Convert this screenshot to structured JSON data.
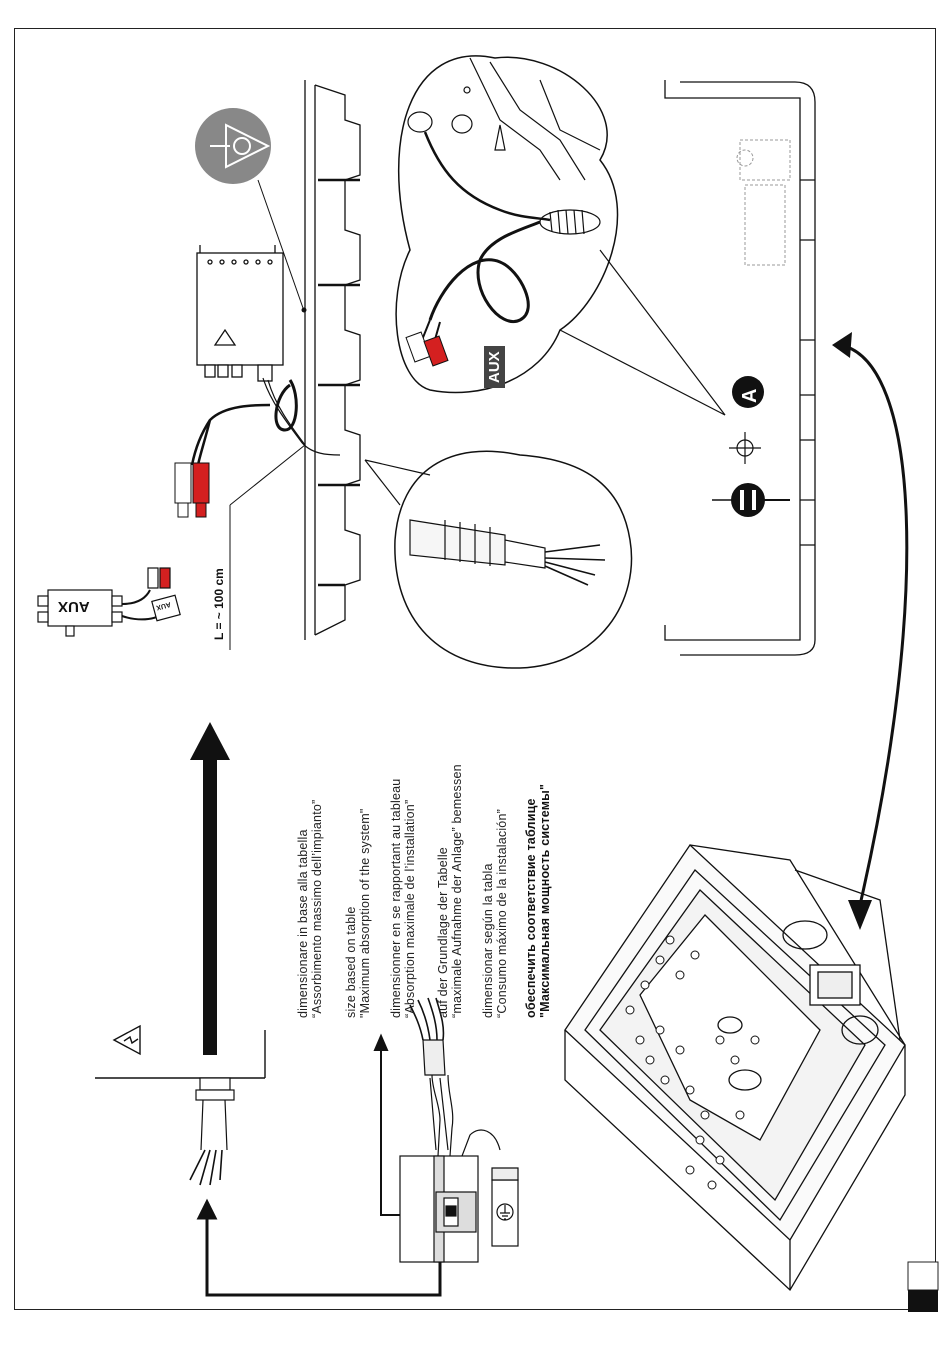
{
  "instructions": {
    "it": [
      "dimensionare in base alla tabella",
      "“Assorbimento massimo dell’impianto”"
    ],
    "en": [
      "size based on table",
      "\"Maximum absorption of the system\""
    ],
    "fr": [
      "dimensionner en se rapportant au tableau",
      "“Absorption maximale de l’installation”"
    ],
    "de": [
      "auf der Grundlage der Tabelle",
      "“maximale Aufnahme der Anlage” bemessen"
    ],
    "es": [
      "dimensionar según la tabla",
      "“Consumo máximo de la instalación”"
    ],
    "ru": [
      "обеспечить соответствие таблице",
      "\"Максимальная мощность системы\""
    ]
  },
  "labels": {
    "cable_length": "L = ~ 100 cm",
    "aux_box": "AUX",
    "aux_tag": "AUX",
    "aux_badge": "AUX",
    "callout_a": "A"
  },
  "icons": [
    "warning-triangle-icon",
    "ground-symbol-icon",
    "crosshair-icon",
    "drill-icon",
    "speaker-symbol-icon"
  ],
  "colors": {
    "rca_red": "#d42020",
    "line": "#111111",
    "speaker_circle": "#888888",
    "badge": "#444444"
  }
}
